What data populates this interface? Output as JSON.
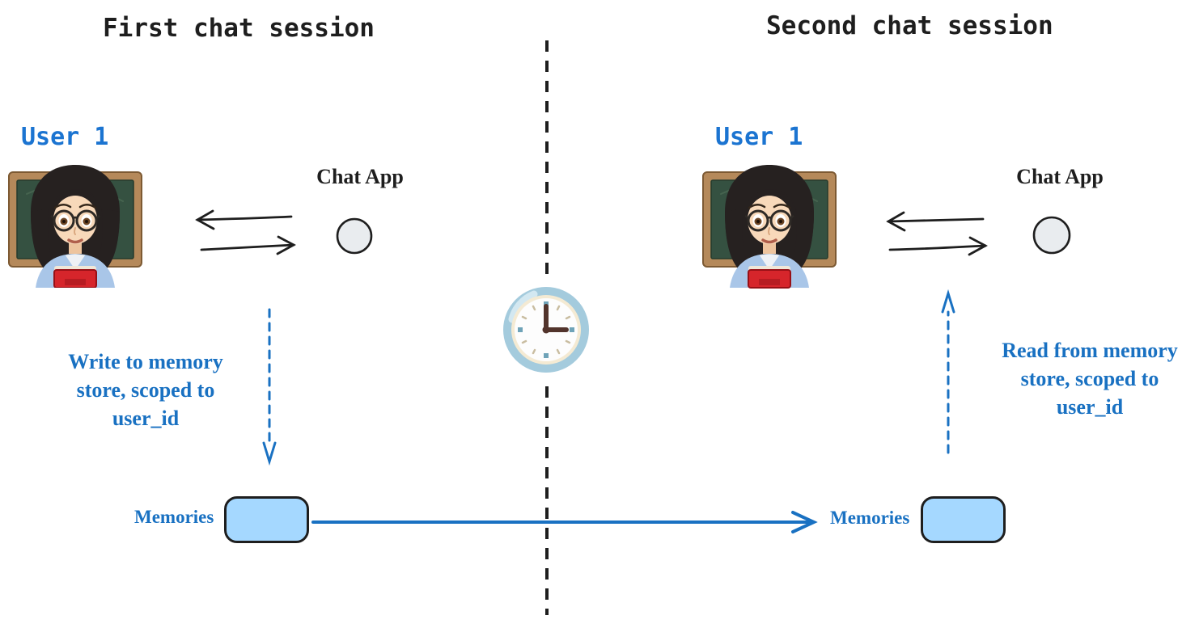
{
  "left_session": {
    "title": "First chat session",
    "user_label": "User 1",
    "user_icon": "woman-teacher-emoji",
    "chat_app_label": "Chat App",
    "chat_app_icon": "gray-circle-node",
    "exchange_arrows": "bidirectional-black-arrows",
    "memory_flow": "write-down-dashed-arrow",
    "memory_annotation_lines": [
      "Write to memory",
      "store, scoped to",
      "user_id"
    ],
    "memories_label": "Memories"
  },
  "right_session": {
    "title": "Second chat session",
    "user_label": "User 1",
    "user_icon": "woman-teacher-emoji",
    "chat_app_label": "Chat App",
    "chat_app_icon": "gray-circle-node",
    "exchange_arrows": "bidirectional-black-arrows",
    "memory_flow": "read-up-dashed-arrow",
    "memory_annotation_lines": [
      "Read from memory",
      "store, scoped to",
      "user_id"
    ],
    "memories_label": "Memories"
  },
  "divider": {
    "style": "vertical-dashed-line",
    "icon": "clock-3-oclock-emoji"
  },
  "memory_transfer": {
    "style": "solid-blue-arrow-left-to-right"
  },
  "colors": {
    "ink": "#1e1e1e",
    "accent_blue": "#1971c2",
    "user_label_blue": "#1b74d1",
    "memory_box_fill": "#a5d8ff",
    "memory_box_stroke": "#1e1e1e",
    "chat_circle_fill": "#e9ecef"
  }
}
